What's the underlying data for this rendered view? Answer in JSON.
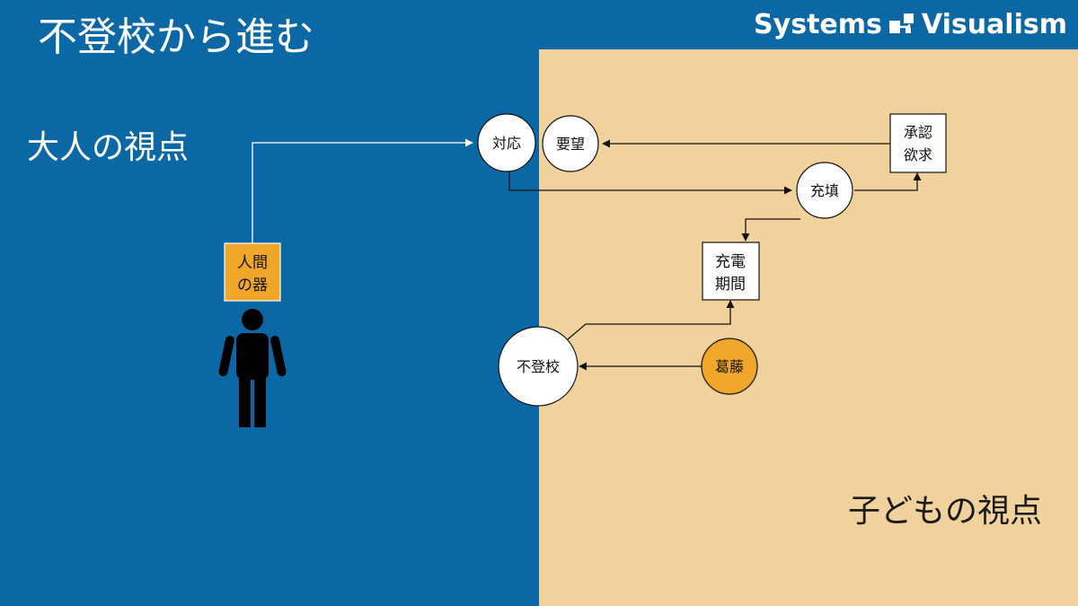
{
  "title": "不登校から進む",
  "brand": {
    "name_left": "Systems",
    "name_right": "Visualism",
    "logo_icon": "flow-blocks-icon"
  },
  "perspectives": {
    "adult": "大人の視点",
    "child": "子どもの視点"
  },
  "person_icon": "person-icon",
  "colors": {
    "background_blue": "#0c68a4",
    "panel_beige": "#f2d29c",
    "highlight_orange": "#f0a628",
    "node_white": "#ffffff",
    "line_dark": "#111111",
    "line_white": "#ffffff"
  },
  "nodes": {
    "vessel": {
      "line1": "人間",
      "line2": "の器"
    },
    "response": {
      "label": "対応"
    },
    "demand": {
      "label": "要望"
    },
    "approval": {
      "line1": "承認",
      "line2": "欲求"
    },
    "fulfillment": {
      "label": "充填"
    },
    "recharge": {
      "line1": "充電",
      "line2": "期間"
    },
    "non_attendance": {
      "label": "不登校"
    },
    "conflict": {
      "label": "葛藤"
    }
  }
}
